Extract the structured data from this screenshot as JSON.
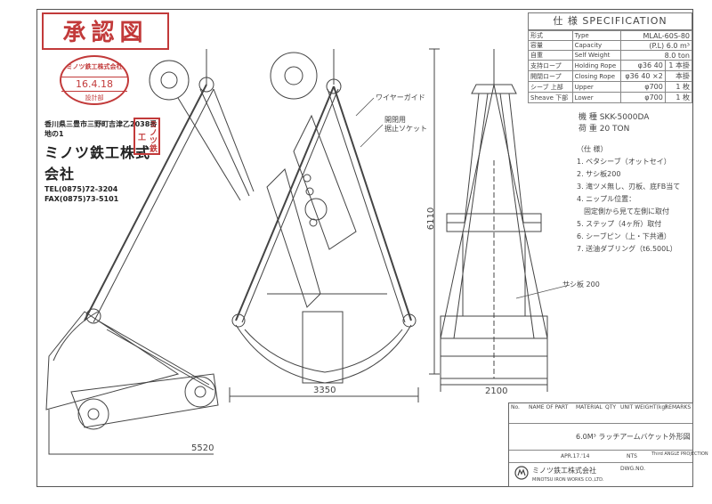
{
  "stamp": {
    "label": "承認図"
  },
  "approval_oval": {
    "line1": "ミノツ鉄工株式会社",
    "date": "16.4.18",
    "line3": "設計部"
  },
  "company": {
    "address": "香川県三豊市三野町吉津乙2038番地の1",
    "name": "ミノツ鉄工株式会社",
    "tel": "TEL(0875)72-3204",
    "fax": "FAX(0875)73-5101",
    "seal_text": "ミノツ鉄工"
  },
  "spec": {
    "title": "仕 様 SPECIFICATION",
    "rows": [
      {
        "jp": "形式",
        "en": "Type",
        "value": "MLAL-60S-80",
        "unit": ""
      },
      {
        "jp": "容量",
        "en": "Capacity",
        "value": "(P.L) 6.0 m³",
        "unit": ""
      },
      {
        "jp": "自重",
        "en": "Self Weight",
        "value": "8.0 ton",
        "unit": ""
      },
      {
        "jp": "支持ロープ",
        "en": "Holding Rope",
        "value": "φ36 40",
        "unit": "1 本掛"
      },
      {
        "jp": "開閉ロープ",
        "en": "Closing Rope",
        "value": "φ36 40 ×2",
        "unit": "本掛"
      },
      {
        "jp": "シーブ 上部",
        "en": "Upper",
        "value": "φ700",
        "unit": "1 枚"
      },
      {
        "jp": "Sheave 下部",
        "en": "Lower",
        "value": "φ700",
        "unit": "1 枚"
      }
    ]
  },
  "machine": {
    "line1": "機 種 SKK-5000DA",
    "line2": "荷 重 20 TON"
  },
  "notes": {
    "heading": "（仕 様）",
    "items": [
      "1. ベタシーブ（オットセイ）",
      "2. サシ板200",
      "3. 滝ツメ無し、刃板、底FB当て",
      "4. ニップル位置：",
      "　固定側から見て左側に取付",
      "5. ステップ（4ヶ所）取付",
      "6. シーブピン（上・下共通）",
      "7. 送油ダブリング（t6.500L）"
    ]
  },
  "labels": {
    "wire_guide": "ワイヤーガイド",
    "socket": "開閉用\n据止ソケット",
    "sashi_ita": "サシ板 200"
  },
  "dimensions": {
    "height": "6110",
    "width_front": "3350",
    "width_side": "2100",
    "open_width": "5520"
  },
  "title_block": {
    "drawing_title": "6.0M³ ラッチアームバケット外形図",
    "company": "ミノツ鉄工株式会社",
    "company_en": "MINOTSU IRON WORKS CO.,LTD.",
    "scale": "NTS",
    "date": "APR.17.'14",
    "headers": [
      "No.",
      "NAME OF PART",
      "MATERIAL",
      "QTY",
      "UNIT WEIGHT(kg)",
      "REMARKS"
    ],
    "dwg_label": "DWG.NO.",
    "projection": "Third ANGLE PROJECTION"
  }
}
